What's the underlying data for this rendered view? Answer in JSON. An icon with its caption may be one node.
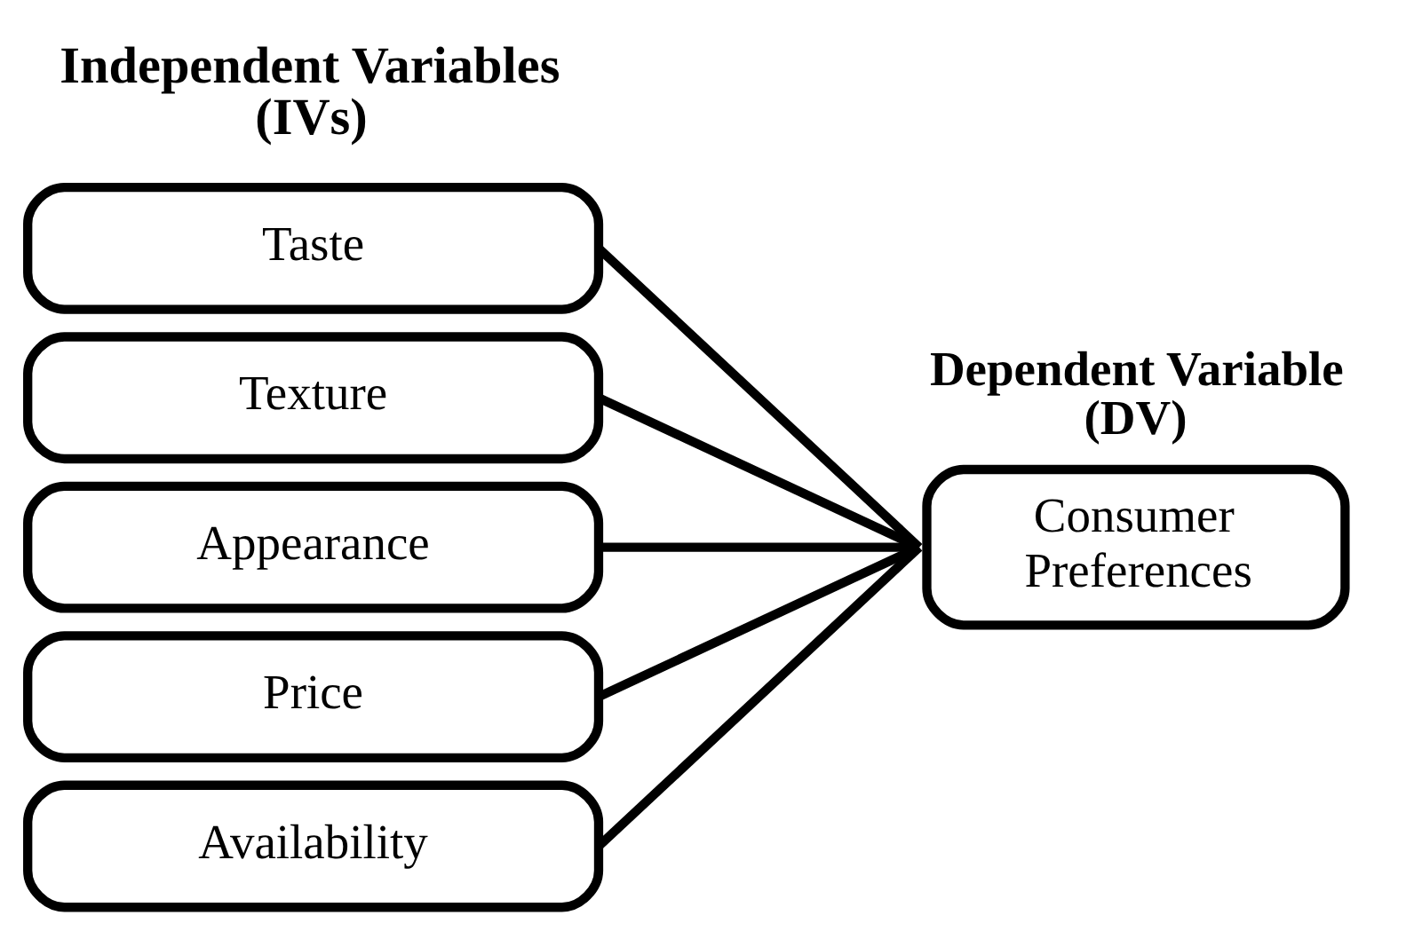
{
  "diagram": {
    "nodes": [
      {
        "text": [
          "Taste"
        ]
      },
      {
        "text": [
          "Texture"
        ]
      },
      {
        "text": [
          "Appearance"
        ]
      },
      {
        "text": [
          "Price"
        ]
      },
      {
        "text": [
          "Availability"
        ]
      },
      {
        "text": [
          "Dependent Variable (DV)",
          "Consumer Preferences"
        ]
      }
    ],
    "edges": [
      {
        "from": 0,
        "to": 5,
        "arrow": "none"
      },
      {
        "from": 1,
        "to": 5,
        "arrow": "none"
      },
      {
        "from": 2,
        "to": 5,
        "arrow": "none"
      },
      {
        "from": 3,
        "to": 5,
        "arrow": "none"
      },
      {
        "from": 4,
        "to": 5,
        "arrow": "none"
      }
    ],
    "labels": [
      "Independent Variables (IVs)"
    ]
  }
}
